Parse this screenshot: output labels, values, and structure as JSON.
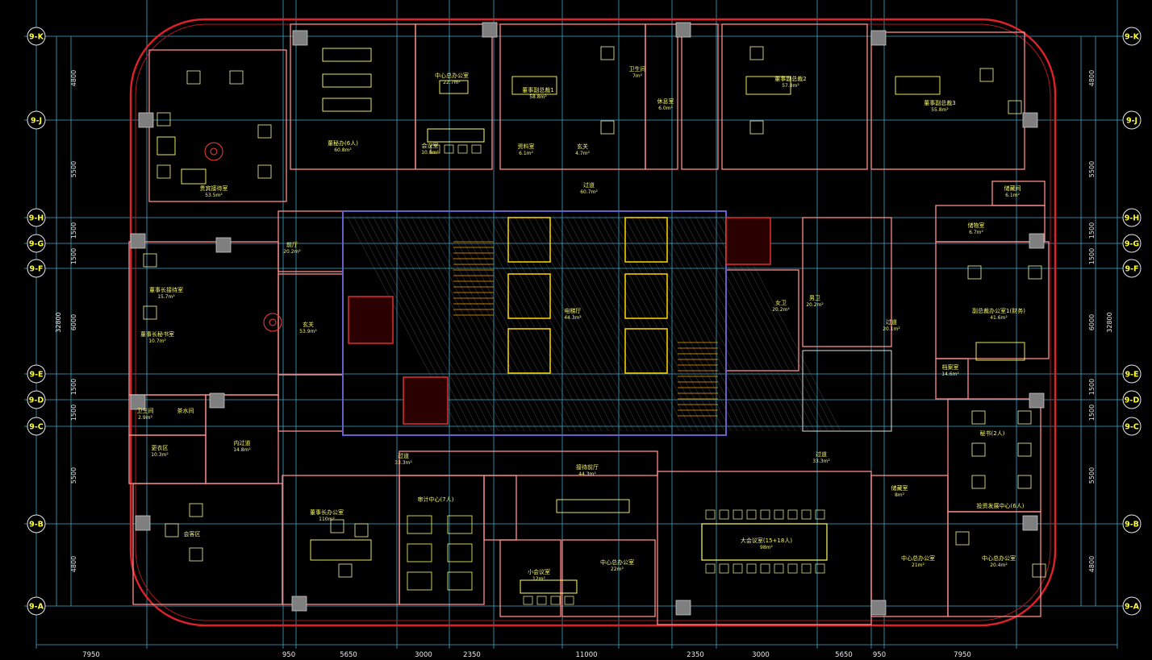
{
  "colors": {
    "background": "#000000",
    "grid": "#3fa8c8",
    "outline": "#e0202a",
    "wall": "#ff8c8c",
    "furniture": "#ffff66",
    "core": "#6a5fc8",
    "hatch": "#777777",
    "axis_text": "#ffff33",
    "dimension_text": "#e8e8e8"
  },
  "axes": {
    "rows": [
      "9-K",
      "9-J",
      "9-H",
      "9-G",
      "9-F",
      "9-E",
      "9-D",
      "9-C",
      "9-B",
      "9-A"
    ]
  },
  "dimensions": {
    "bottom": [
      "7950",
      "950",
      "5650",
      "3000",
      "2350",
      "11000",
      "2350",
      "3000",
      "5650",
      "950",
      "7950"
    ],
    "left": [
      "4800",
      "5500",
      "1500",
      "1500",
      "6000",
      "1500",
      "1500",
      "5500",
      "4800"
    ],
    "left_total": "32800",
    "right": [
      "4800",
      "5500",
      "1500",
      "1500",
      "6000",
      "1500",
      "1500",
      "5500",
      "4800"
    ],
    "right_total": "32800"
  },
  "rooms": [
    {
      "name": "贵宾接待室",
      "area": "53.5m²"
    },
    {
      "name": "董秘办(6人)",
      "area": "60.8m²"
    },
    {
      "name": "中心总办公室",
      "area": "22.7m²"
    },
    {
      "name": "会议室",
      "area": "10.8m²"
    },
    {
      "name": "董事副总裁1",
      "area": "58.8m²"
    },
    {
      "name": "资料室",
      "area": "6.1m²"
    },
    {
      "name": "玄关",
      "area": "4.7m²"
    },
    {
      "name": "卫生间",
      "area": "7m²"
    },
    {
      "name": "休息室",
      "area": "6.0m²"
    },
    {
      "name": "董事副总裁2",
      "area": "57.8m²"
    },
    {
      "name": "董事副总裁3",
      "area": "55.8m²"
    },
    {
      "name": "过道",
      "area": "60.7m²"
    },
    {
      "name": "前厅",
      "area": "20.2m²"
    },
    {
      "name": "玄关",
      "area": "53.9m²"
    },
    {
      "name": "董事长接待室",
      "area": "15.7m²"
    },
    {
      "name": "董事长秘书室",
      "area": "10.7m²"
    },
    {
      "name": "电梯厅",
      "area": "44.3m²"
    },
    {
      "name": "女卫",
      "area": "20.2m²"
    },
    {
      "name": "男卫",
      "area": "20.2m²"
    },
    {
      "name": "过道",
      "area": "20.1m²"
    },
    {
      "name": "副总裁办公室1(财务)",
      "area": "41.6m²"
    },
    {
      "name": "档案室",
      "area": "14.6m²"
    },
    {
      "name": "卫生间",
      "area": "2.9m²"
    },
    {
      "name": "茶水间",
      "area": ""
    },
    {
      "name": "更衣区",
      "area": "10.3m²"
    },
    {
      "name": "内过道",
      "area": "14.8m²"
    },
    {
      "name": "过道",
      "area": "33.3m²"
    },
    {
      "name": "接待前厅",
      "area": "44.3m²"
    },
    {
      "name": "过道",
      "area": "33.3m²"
    },
    {
      "name": "会客区",
      "area": ""
    },
    {
      "name": "董事长办公室",
      "area": "110m²"
    },
    {
      "name": "审计中心(7人)",
      "area": ""
    },
    {
      "name": "小会议室",
      "area": "12m²"
    },
    {
      "name": "中心总办公室",
      "area": "22m²"
    },
    {
      "name": "大会议室(15+18人)",
      "area": "98m²"
    },
    {
      "name": "储藏室",
      "area": "8m²"
    },
    {
      "name": "中心总办公室",
      "area": "21m²"
    },
    {
      "name": "中心总办公室",
      "area": "20.4m²"
    },
    {
      "name": "秘书(2人)",
      "area": ""
    },
    {
      "name": "投资发展中心(6人)",
      "area": ""
    },
    {
      "name": "储物室",
      "area": "6.7m²"
    },
    {
      "name": "储藏间",
      "area": "6.1m²"
    }
  ]
}
